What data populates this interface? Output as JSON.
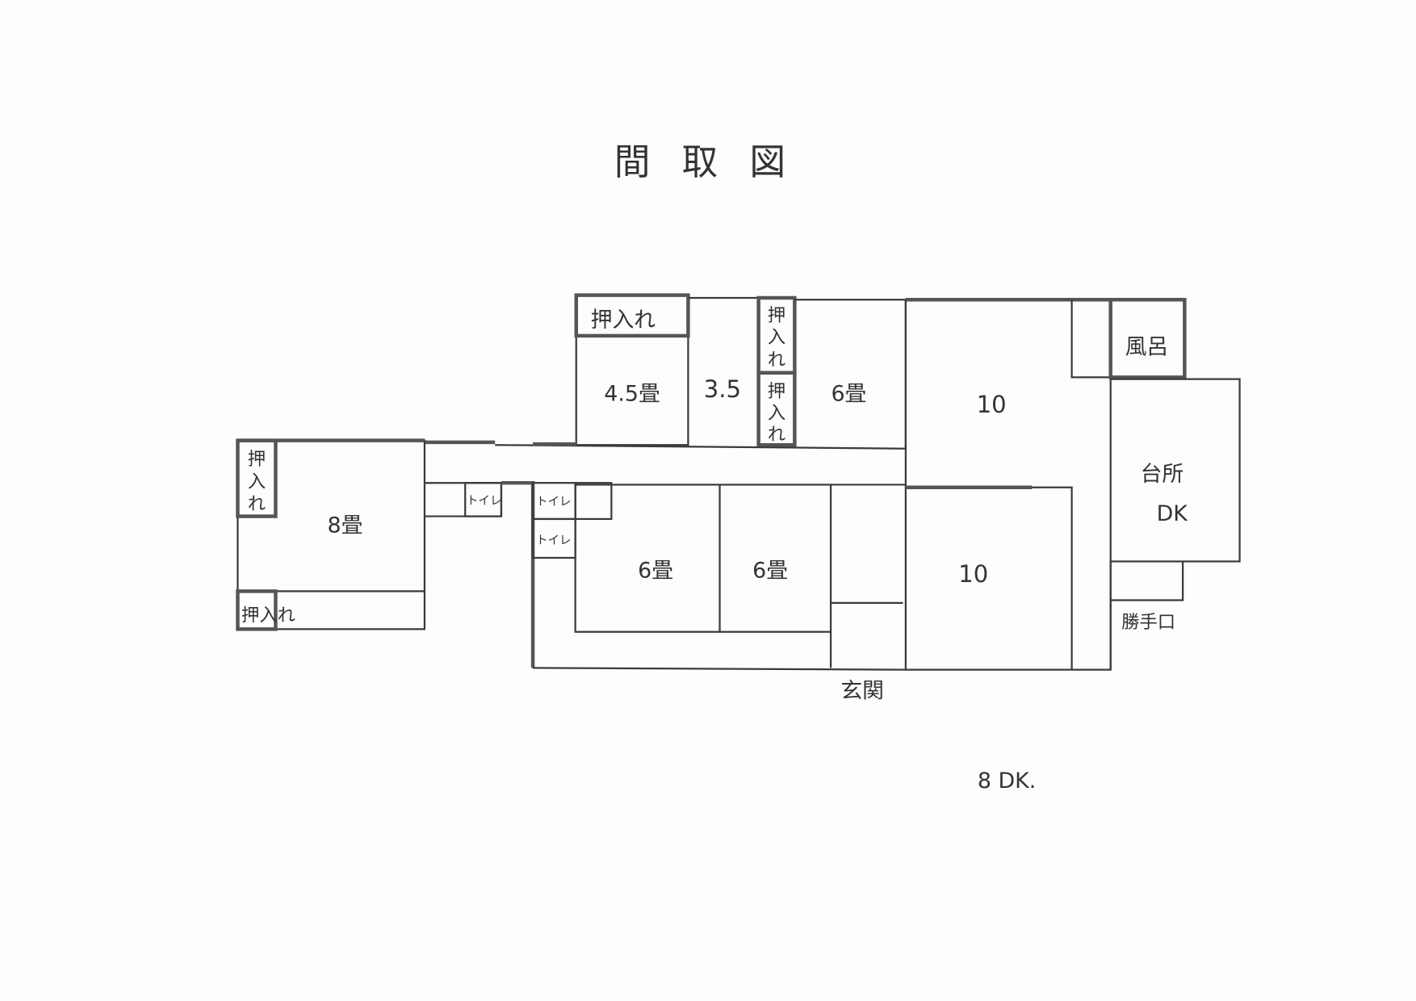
{
  "title": "間取図",
  "title_chars": [
    "間",
    "取",
    "図"
  ],
  "rooms": {
    "r45": "4.5畳",
    "r35": "3.5",
    "r6_top": "6畳",
    "r10_top": "10",
    "r10_bottom": "10",
    "r8": "8畳",
    "r6_left": "6畳",
    "r6_right": "6畳",
    "bath": "風呂",
    "kitchen": "台所",
    "kitchen_sub": "DK",
    "back_door": "勝手口",
    "entrance": "玄関",
    "toilet": "トイレ",
    "closet": "押入れ",
    "closet_v": [
      "押",
      "入",
      "れ"
    ]
  },
  "layout_type": "8 DK."
}
